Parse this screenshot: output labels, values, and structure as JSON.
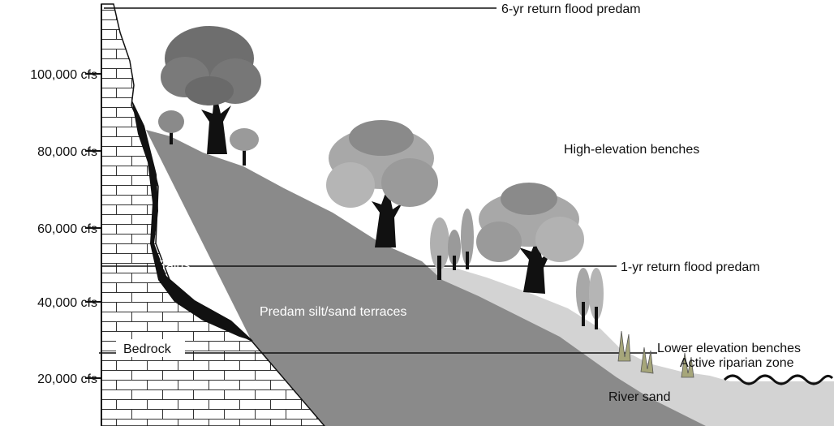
{
  "axis": {
    "ticks": [
      {
        "label": "100,000 cfs"
      },
      {
        "label": "80,000 cfs"
      },
      {
        "label": "60,000 cfs"
      },
      {
        "label": "40,000 cfs"
      },
      {
        "label": "20,000 cfs"
      }
    ]
  },
  "annotations": {
    "flood_6yr": "6-yr return flood predam",
    "flood_1yr": "1-yr return flood predam",
    "high_benches": "High-elevation benches",
    "talus": "Talus",
    "terraces": "Predam silt/sand terraces",
    "bedrock": "Bedrock",
    "lower_benches": "Lower elevation benches",
    "riparian": "Active riparian zone",
    "river_sand": "River sand"
  },
  "colors": {
    "terrace": "#8a8a8a",
    "river_sand": "#d3d3d3",
    "talus": "#111111",
    "tree_dark": "#707070",
    "tree_light": "#a8a8a8",
    "shrub": "#a6a67a"
  }
}
